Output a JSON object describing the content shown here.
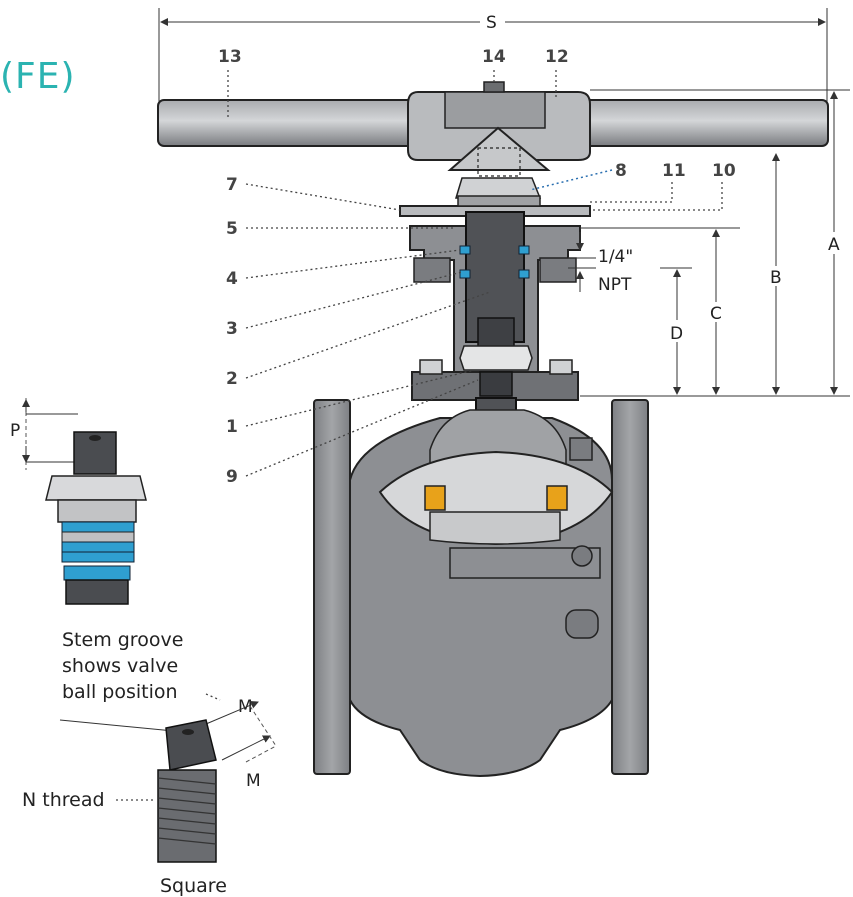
{
  "title_fragment": "(FE)",
  "dimensions": {
    "S": "S",
    "A": "A",
    "B": "B",
    "C": "C",
    "D": "D",
    "P": "P",
    "M_top": "M",
    "M_bottom": "M",
    "npt_line1": "1/4\"",
    "npt_line2": "NPT"
  },
  "part_numbers": {
    "p1": "1",
    "p2": "2",
    "p3": "3",
    "p4": "4",
    "p5": "5",
    "p7": "7",
    "p8": "8",
    "p9": "9",
    "p10": "10",
    "p11": "11",
    "p12": "12",
    "p13": "13",
    "p14": "14"
  },
  "stem_note": {
    "line1": "Stem groove",
    "line2": "shows valve",
    "line3": "ball position"
  },
  "thread_label": "N thread",
  "square_label": "Square",
  "colors": {
    "title": "#2bb3b1",
    "seal_blue": "#2f9fd0",
    "seat_orange": "#e8a21a",
    "body_gray": "#8d8f93"
  }
}
